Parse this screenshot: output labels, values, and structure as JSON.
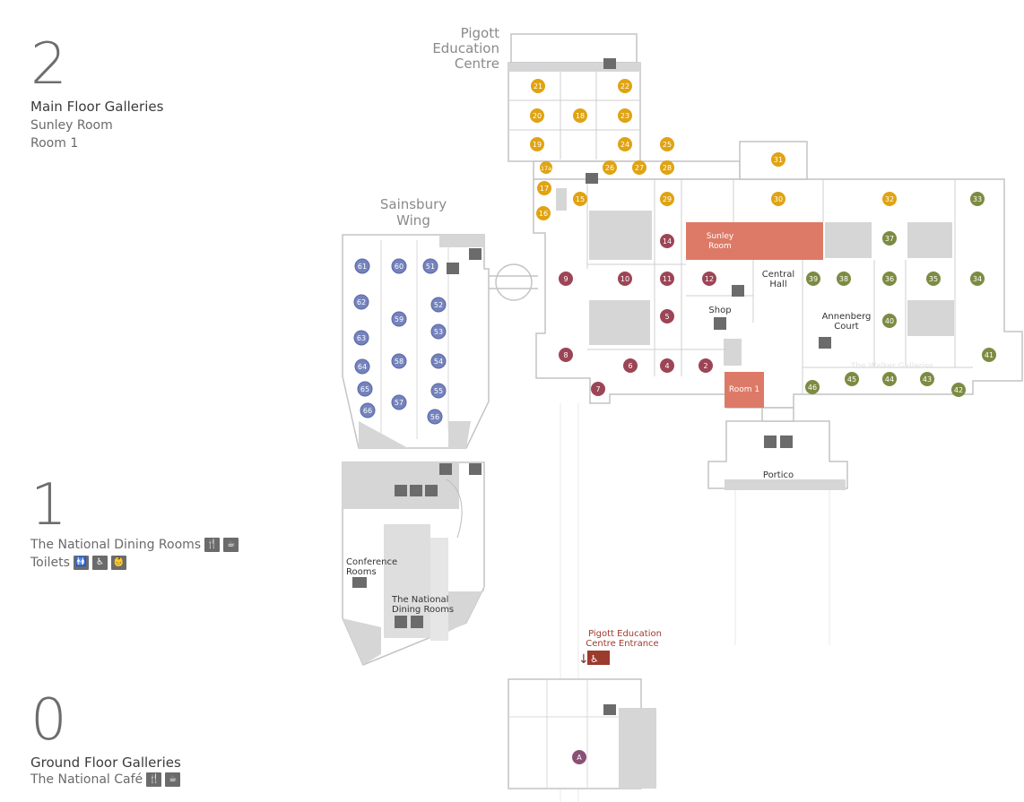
{
  "legend": {
    "floor2": {
      "number": "2",
      "title": "Main Floor Galleries",
      "items": [
        "Sunley Room",
        "Room 1"
      ]
    },
    "floor1": {
      "number": "1",
      "items": [
        "The National Dining Rooms",
        "Toilets"
      ]
    },
    "floor0": {
      "number": "0",
      "title": "Ground Floor Galleries",
      "items": [
        "The National Café"
      ]
    }
  },
  "labels": {
    "pigott": [
      "Pigott",
      "Education",
      "Centre"
    ],
    "sainsbury": [
      "Sainsbury",
      "Wing"
    ],
    "sunley": [
      "Sunley",
      "Room"
    ],
    "central_hall": [
      "Central",
      "Hall"
    ],
    "shop": "Shop",
    "annenberg": [
      "Annenberg",
      "Court"
    ],
    "room1": "Room 1",
    "walker": "The Walker Galleries",
    "portico": "Portico",
    "conference": [
      "Conference",
      "Rooms"
    ],
    "dining": [
      "The National",
      "Dining Rooms"
    ],
    "pigott_entrance": [
      "Pigott Education",
      "Centre Entrance"
    ]
  },
  "colors": {
    "yellow": "#e0a312",
    "maroon": "#9c4556",
    "olive": "#7c8b42",
    "blue": "#7583bd",
    "highlight": "#dd7a67",
    "purple": "#8a5076",
    "wall": "#c9c9c9",
    "grey_fill": "#d4d4d4"
  },
  "rooms": {
    "yellow": [
      "21",
      "22",
      "20",
      "18",
      "23",
      "19",
      "24",
      "25",
      "17a",
      "26",
      "27",
      "28",
      "17",
      "15",
      "29",
      "30",
      "31",
      "32",
      "16"
    ],
    "maroon": [
      "14",
      "9",
      "10",
      "11",
      "12",
      "5",
      "8",
      "6",
      "4",
      "2",
      "7"
    ],
    "olive": [
      "33",
      "37",
      "39",
      "38",
      "36",
      "35",
      "34",
      "40",
      "41",
      "45",
      "44",
      "43",
      "42",
      "46"
    ],
    "blue": [
      "61",
      "60",
      "51",
      "62",
      "52",
      "59",
      "63",
      "53",
      "64",
      "58",
      "54",
      "65",
      "57",
      "55",
      "66",
      "56"
    ],
    "ground": [
      "A"
    ]
  }
}
